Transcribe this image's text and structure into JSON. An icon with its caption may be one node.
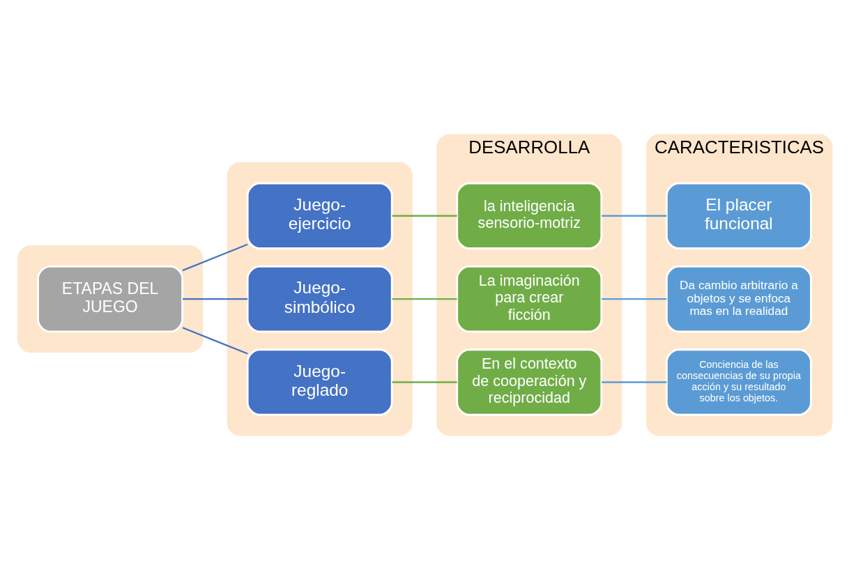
{
  "diagram": {
    "nodes": [
      {
        "text": [],
        "shape": "box"
      },
      {
        "text": [],
        "shape": "box"
      },
      {
        "text": [
          "DESARROLLA"
        ]
      },
      {
        "text": [
          "CARACTERISTICAS"
        ]
      },
      {
        "text": [
          "ETAPAS DEL JUEGO"
        ],
        "in": 0
      },
      {
        "text": [
          "Juego-ejercicio"
        ],
        "in": 1
      },
      {
        "text": [
          "Juego-simbólico"
        ],
        "in": 1
      },
      {
        "text": [
          "Juego-reglado"
        ],
        "in": 1
      },
      {
        "text": [
          "la inteligencia sensorio-motriz"
        ],
        "in": 2
      },
      {
        "text": [
          "La imaginación para crear ficción"
        ],
        "in": 2
      },
      {
        "text": [
          "En el contexto de cooperación y reciprocidad"
        ],
        "in": 2
      },
      {
        "text": [
          "El placer funcional"
        ],
        "in": 3
      },
      {
        "text": [
          "Da cambio arbitrario a objetos y se enfoca mas en la realidad"
        ],
        "in": 3
      },
      {
        "text": [
          "Conciencia de las consecuencias de su propia acción y su resultado sobre los objetos."
        ],
        "in": 3
      }
    ],
    "edges": [
      {
        "from": 4,
        "to": 5,
        "arrow": "none",
        "color": "#4472c4"
      },
      {
        "from": 4,
        "to": 6,
        "arrow": "none",
        "color": "#4472c4"
      },
      {
        "from": 4,
        "to": 7,
        "arrow": "none",
        "color": "#4472c4"
      },
      {
        "from": 5,
        "to": 8,
        "arrow": "none",
        "color": "#70ad47"
      },
      {
        "from": 6,
        "to": 9,
        "arrow": "none",
        "color": "#70ad47"
      },
      {
        "from": 7,
        "to": 10,
        "arrow": "none",
        "color": "#70ad47"
      },
      {
        "from": 8,
        "to": 11,
        "arrow": "none",
        "color": "#5b9bd5"
      },
      {
        "from": 9,
        "to": 12,
        "arrow": "none",
        "color": "#5b9bd5"
      },
      {
        "from": 10,
        "to": 13,
        "arrow": "none",
        "color": "#5b9bd5"
      }
    ]
  }
}
